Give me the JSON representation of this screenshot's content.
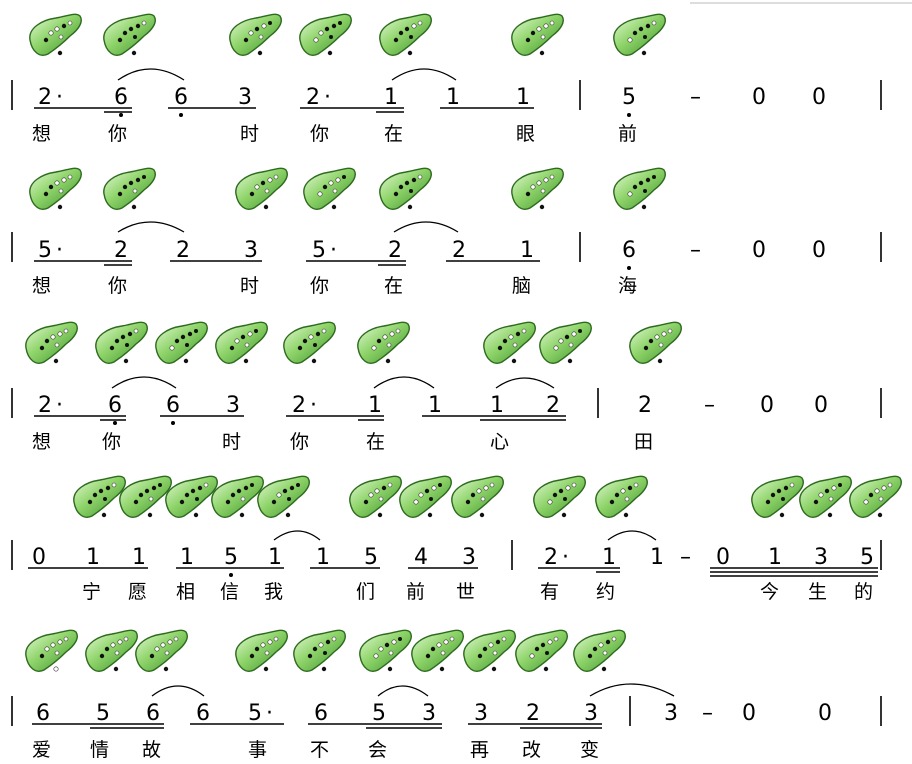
{
  "rows": [
    {
      "notes": [
        "2",
        "·",
        "6",
        "6",
        "3",
        "2",
        "·",
        "1",
        "1",
        "1",
        "5",
        "–",
        "0",
        "0"
      ],
      "lyrics": [
        "想",
        "你",
        "时",
        "你",
        "在",
        "眼",
        "前"
      ]
    },
    {
      "notes": [
        "5",
        "·",
        "2",
        "2",
        "3",
        "5",
        "·",
        "2",
        "2",
        "1",
        "6",
        "–",
        "0",
        "0"
      ],
      "lyrics": [
        "想",
        "你",
        "时",
        "你",
        "在",
        "脑",
        "海"
      ]
    },
    {
      "notes": [
        "2",
        "·",
        "6",
        "6",
        "3",
        "2",
        "·",
        "1",
        "1",
        "1",
        "2",
        "2",
        "–",
        "0",
        "0"
      ],
      "lyrics": [
        "想",
        "你",
        "时",
        "你",
        "在",
        "心",
        "田"
      ]
    },
    {
      "notes": [
        "0",
        "1",
        "1",
        "1",
        "5",
        "1",
        "1",
        "5",
        "4",
        "3",
        "2",
        "·",
        "1",
        "1",
        "–",
        "0",
        "1",
        "3",
        "5"
      ],
      "lyrics": [
        "宁",
        "愿",
        "相",
        "信",
        "我",
        "们",
        "前",
        "世",
        "有",
        "约",
        "今",
        "生",
        "的"
      ]
    },
    {
      "notes": [
        "6",
        "5",
        "6",
        "6",
        "5",
        "·",
        "6",
        "5",
        "3",
        "3",
        "2",
        "3",
        "3",
        "–",
        "0",
        "0"
      ],
      "lyrics": [
        "爱",
        "情",
        "故",
        "事",
        "不",
        "会",
        "再",
        "改",
        "变"
      ]
    }
  ]
}
